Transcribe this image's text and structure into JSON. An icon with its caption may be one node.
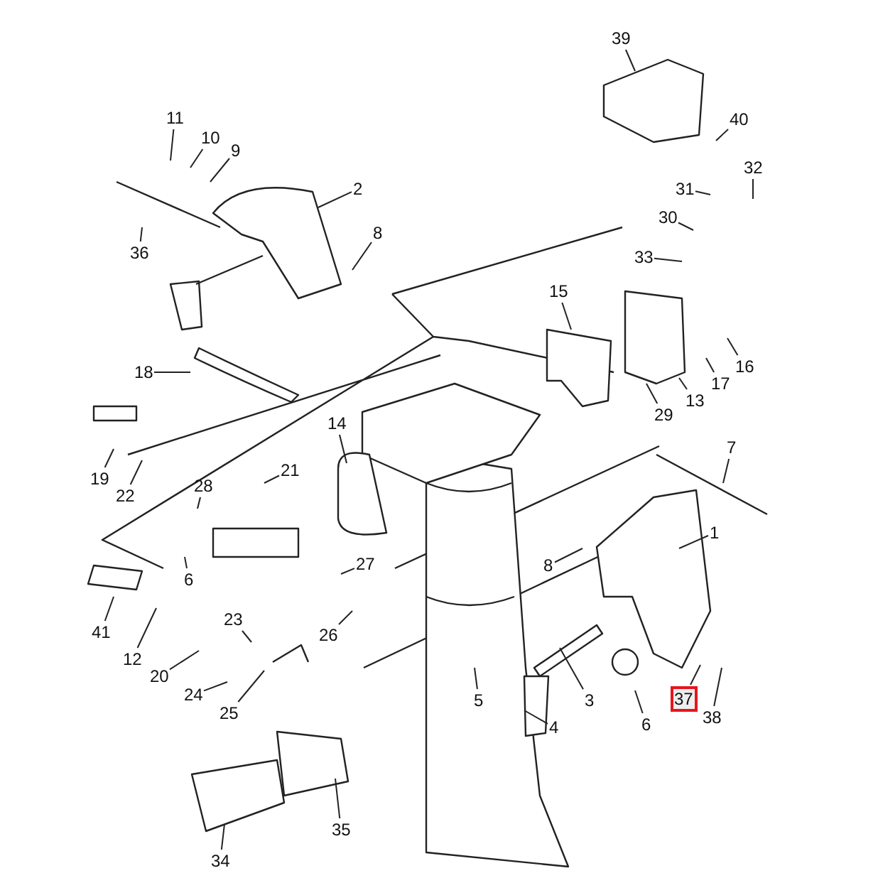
{
  "diagram": {
    "nodes": [
      {
        "text": [
          "39"
        ]
      },
      {
        "text": [
          "11"
        ]
      },
      {
        "text": [
          "10"
        ]
      },
      {
        "text": [
          "9"
        ]
      },
      {
        "text": [
          "40"
        ]
      },
      {
        "text": [
          "32"
        ]
      },
      {
        "text": [
          "2"
        ]
      },
      {
        "text": [
          "31"
        ]
      },
      {
        "text": [
          "36"
        ]
      },
      {
        "text": [
          "8"
        ]
      },
      {
        "text": [
          "30"
        ]
      },
      {
        "text": [
          "33"
        ]
      },
      {
        "text": [
          "15"
        ]
      },
      {
        "text": [
          "16"
        ]
      },
      {
        "text": [
          "17"
        ]
      },
      {
        "text": [
          "18"
        ]
      },
      {
        "text": [
          "13"
        ]
      },
      {
        "text": [
          "29"
        ]
      },
      {
        "text": [
          "14"
        ]
      },
      {
        "text": [
          "7"
        ]
      },
      {
        "text": [
          "19"
        ]
      },
      {
        "text": [
          "21"
        ]
      },
      {
        "text": [
          "22"
        ]
      },
      {
        "text": [
          "28"
        ]
      },
      {
        "text": [
          "1"
        ]
      },
      {
        "text": [
          "8"
        ]
      },
      {
        "text": [
          "27"
        ]
      },
      {
        "text": [
          "6"
        ]
      },
      {
        "text": [
          "41"
        ]
      },
      {
        "text": [
          "23"
        ]
      },
      {
        "text": [
          "12"
        ]
      },
      {
        "text": [
          "26"
        ]
      },
      {
        "text": [
          "20"
        ]
      },
      {
        "text": [
          "24"
        ]
      },
      {
        "text": [
          "3"
        ]
      },
      {
        "text": [
          "37"
        ]
      },
      {
        "text": [
          "5"
        ]
      },
      {
        "text": [
          "38"
        ]
      },
      {
        "text": [
          "6"
        ]
      },
      {
        "text": [
          "4"
        ]
      },
      {
        "text": [
          "25"
        ]
      },
      {
        "text": [
          "35"
        ]
      },
      {
        "text": [
          "34"
        ]
      }
    ],
    "edges": [
      {
        "from": 0,
        "to": null,
        "arrow": "none"
      },
      {
        "from": 1,
        "to": null,
        "arrow": "none"
      },
      {
        "from": 2,
        "to": null,
        "arrow": "none"
      },
      {
        "from": 3,
        "to": null,
        "arrow": "none"
      },
      {
        "from": 4,
        "to": null,
        "arrow": "none"
      },
      {
        "from": 5,
        "to": null,
        "arrow": "none"
      },
      {
        "from": 6,
        "to": null,
        "arrow": "none"
      },
      {
        "from": 7,
        "to": null,
        "arrow": "none"
      },
      {
        "from": 8,
        "to": null,
        "arrow": "none"
      },
      {
        "from": 9,
        "to": null,
        "arrow": "none"
      },
      {
        "from": 10,
        "to": null,
        "arrow": "none"
      },
      {
        "from": 11,
        "to": null,
        "arrow": "none"
      },
      {
        "from": 12,
        "to": null,
        "arrow": "none"
      },
      {
        "from": 13,
        "to": null,
        "arrow": "none"
      },
      {
        "from": 14,
        "to": null,
        "arrow": "none"
      },
      {
        "from": 15,
        "to": null,
        "arrow": "none"
      },
      {
        "from": 16,
        "to": null,
        "arrow": "none"
      },
      {
        "from": 17,
        "to": null,
        "arrow": "none"
      },
      {
        "from": 18,
        "to": null,
        "arrow": "none"
      },
      {
        "from": 19,
        "to": null,
        "arrow": "none"
      },
      {
        "from": 20,
        "to": null,
        "arrow": "none"
      },
      {
        "from": 21,
        "to": null,
        "arrow": "none"
      },
      {
        "from": 22,
        "to": null,
        "arrow": "none"
      },
      {
        "from": 23,
        "to": null,
        "arrow": "none"
      },
      {
        "from": 24,
        "to": null,
        "arrow": "none"
      },
      {
        "from": 25,
        "to": null,
        "arrow": "none"
      },
      {
        "from": 26,
        "to": null,
        "arrow": "none"
      },
      {
        "from": 27,
        "to": null,
        "arrow": "none"
      },
      {
        "from": 28,
        "to": null,
        "arrow": "none"
      },
      {
        "from": 29,
        "to": null,
        "arrow": "none"
      },
      {
        "from": 30,
        "to": null,
        "arrow": "none"
      },
      {
        "from": 31,
        "to": null,
        "arrow": "none"
      },
      {
        "from": 32,
        "to": null,
        "arrow": "none"
      },
      {
        "from": 33,
        "to": null,
        "arrow": "none"
      },
      {
        "from": 34,
        "to": null,
        "arrow": "none"
      },
      {
        "from": 35,
        "to": null,
        "arrow": "none"
      },
      {
        "from": 36,
        "to": null,
        "arrow": "none"
      },
      {
        "from": 37,
        "to": null,
        "arrow": "none"
      },
      {
        "from": 38,
        "to": null,
        "arrow": "none"
      },
      {
        "from": 39,
        "to": null,
        "arrow": "none"
      },
      {
        "from": 40,
        "to": null,
        "arrow": "none"
      },
      {
        "from": 41,
        "to": null,
        "arrow": "none"
      },
      {
        "from": 42,
        "to": null,
        "arrow": "none"
      }
    ]
  }
}
